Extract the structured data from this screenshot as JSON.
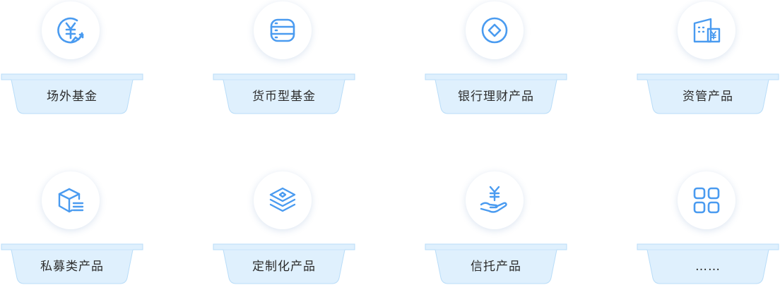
{
  "accent": "#4a9bf0",
  "tray_fill": "#dff0fd",
  "tray_edge": "#b8dcf8",
  "products": [
    {
      "label": "场外基金",
      "icon": "yen-cycle-icon"
    },
    {
      "label": "货币型基金",
      "icon": "database-icon"
    },
    {
      "label": "银行理财产品",
      "icon": "coin-icon"
    },
    {
      "label": "资管产品",
      "icon": "building-yen-icon"
    },
    {
      "label": "私募类产品",
      "icon": "box-list-icon"
    },
    {
      "label": "定制化产品",
      "icon": "layers-icon"
    },
    {
      "label": "信托产品",
      "icon": "hand-yen-icon"
    },
    {
      "label": "……",
      "icon": "grid-icon"
    }
  ]
}
